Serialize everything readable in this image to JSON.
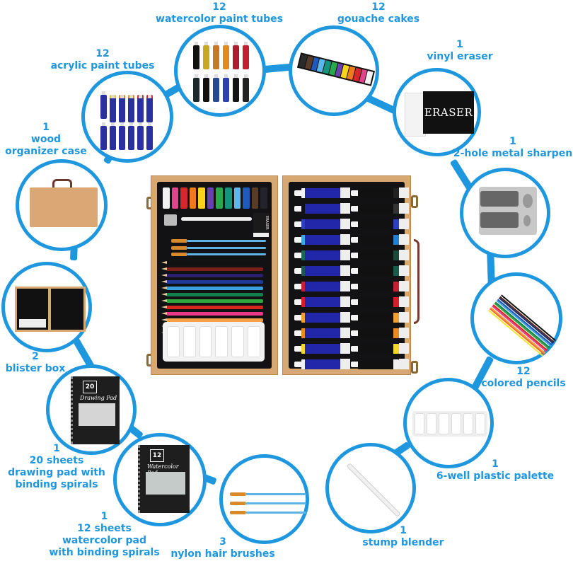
{
  "theme": {
    "accent": "#1e97df",
    "case_wood": "#d7a872",
    "tray": "#121214"
  },
  "items": [
    {
      "id": "watercolor-tubes",
      "qty": "12",
      "desc": "watercolor paint tubes"
    },
    {
      "id": "gouache-cakes",
      "qty": "12",
      "desc": "gouache cakes"
    },
    {
      "id": "vinyl-eraser",
      "qty": "1",
      "desc": "vinyl eraser",
      "product_text": "ERASER"
    },
    {
      "id": "metal-sharpener",
      "qty": "1",
      "desc": "2-hole metal sharpen"
    },
    {
      "id": "colored-pencils",
      "qty": "12",
      "desc": "colored pencils"
    },
    {
      "id": "plastic-palette",
      "qty": "1",
      "desc": "6-well plastic palette"
    },
    {
      "id": "stump-blender",
      "qty": "1",
      "desc": "stump blender"
    },
    {
      "id": "nylon-brushes",
      "qty": "3",
      "desc": "nylon hair brushes"
    },
    {
      "id": "watercolor-pad",
      "qty": "1",
      "desc": "12 sheets\nwatercolor pad\nwith binding spirals",
      "cover_number": "12",
      "cover_title": "Watercolor Pad"
    },
    {
      "id": "drawing-pad",
      "qty": "1",
      "desc": "20 sheets\ndrawing pad with\nbinding spirals",
      "cover_number": "20",
      "cover_title": "Drawing Pad"
    },
    {
      "id": "blister-box",
      "qty": "2",
      "desc": "blister box"
    },
    {
      "id": "wood-case",
      "qty": "1",
      "desc": "wood\norganizer case"
    },
    {
      "id": "acrylic-tubes",
      "qty": "12",
      "desc": "acrylic paint tubes"
    }
  ],
  "center_case": {
    "eraser_text": "ERASER",
    "gouache_colors": [
      "#f2f2f2",
      "#e0448a",
      "#d8262f",
      "#f07a1e",
      "#f7d41a",
      "#6a3fb0",
      "#2aa84a",
      "#12957c",
      "#5cb8ec",
      "#1f5bbd",
      "#5a3b2a",
      "#23242b"
    ],
    "pencil_colors": [
      "#111111",
      "#7a1f1b",
      "#2a1e6e",
      "#203a9a",
      "#3aa0e0",
      "#12804a",
      "#2fa640",
      "#d8261e",
      "#e83a8a",
      "#f5a14a",
      "#f06b1c",
      "#f7e12a"
    ],
    "watercolor_tube_colors": [
      "#f2f2f2",
      "#111111",
      "#2b3fc0",
      "#3aa8e6",
      "#1c6a50",
      "#1a5a48",
      "#c42036",
      "#d21f2a",
      "#f0a030",
      "#e88a20",
      "#f5d62a",
      "#f0f0f0"
    ]
  }
}
